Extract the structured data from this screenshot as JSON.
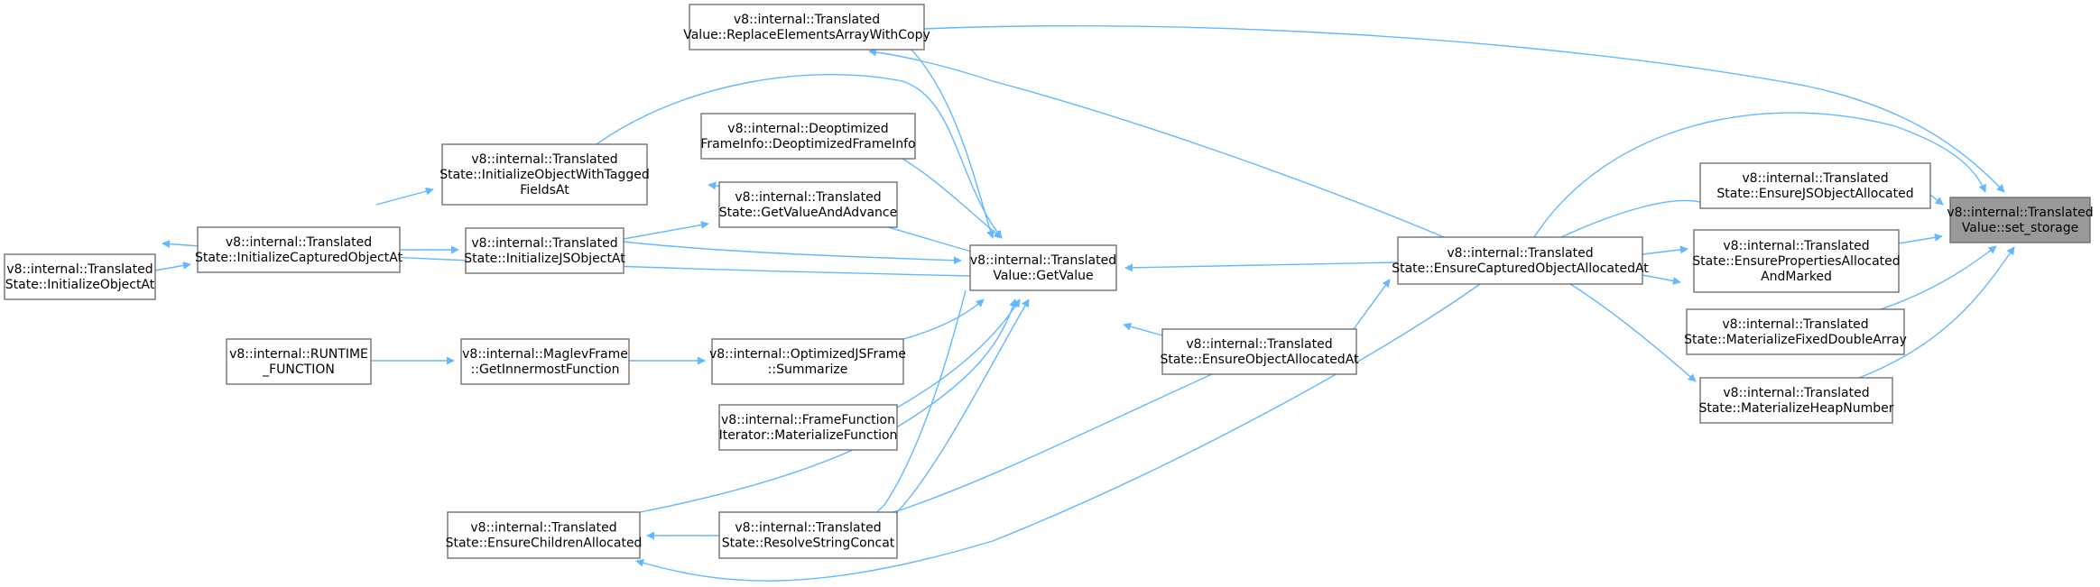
{
  "graph": {
    "colors": {
      "edge": "#63b8ff",
      "node_border": "#666666",
      "highlight_fill": "#999999",
      "background": "#ffffff"
    },
    "nodes": [
      {
        "id": "set_storage",
        "lines": [
          "v8::internal::Translated",
          "Value::set_storage"
        ],
        "highlight": true
      },
      {
        "id": "replace_elements",
        "lines": [
          "v8::internal::Translated",
          "Value::ReplaceElementsArrayWithCopy"
        ]
      },
      {
        "id": "ensure_js_object_allocated",
        "lines": [
          "v8::internal::Translated",
          "State::EnsureJSObjectAllocated"
        ]
      },
      {
        "id": "ensure_properties_allocated",
        "lines": [
          "v8::internal::Translated",
          "State::EnsurePropertiesAllocated",
          "AndMarked"
        ]
      },
      {
        "id": "materialize_fixed_double",
        "lines": [
          "v8::internal::Translated",
          "State::MaterializeFixedDoubleArray"
        ]
      },
      {
        "id": "materialize_heap_number",
        "lines": [
          "v8::internal::Translated",
          "State::MaterializeHeapNumber"
        ]
      },
      {
        "id": "ensure_captured_object",
        "lines": [
          "v8::internal::Translated",
          "State::EnsureCapturedObjectAllocatedAt"
        ]
      },
      {
        "id": "ensure_object_allocated",
        "lines": [
          "v8::internal::Translated",
          "State::EnsureObjectAllocatedAt"
        ]
      },
      {
        "id": "get_value",
        "lines": [
          "v8::internal::Translated",
          "Value::GetValue"
        ]
      },
      {
        "id": "deoptimized_frame_info",
        "lines": [
          "v8::internal::Deoptimized",
          "FrameInfo::DeoptimizedFrameInfo"
        ]
      },
      {
        "id": "get_value_and_advance",
        "lines": [
          "v8::internal::Translated",
          "State::GetValueAndAdvance"
        ]
      },
      {
        "id": "init_object_tagged",
        "lines": [
          "v8::internal::Translated",
          "State::InitializeObjectWithTagged",
          "FieldsAt"
        ]
      },
      {
        "id": "init_js_object",
        "lines": [
          "v8::internal::Translated",
          "State::InitializeJSObjectAt"
        ]
      },
      {
        "id": "init_captured_object",
        "lines": [
          "v8::internal::Translated",
          "State::InitializeCapturedObjectAt"
        ]
      },
      {
        "id": "init_object_at",
        "lines": [
          "v8::internal::Translated",
          "State::InitializeObjectAt"
        ]
      },
      {
        "id": "runtime_function",
        "lines": [
          "v8::internal::RUNTIME",
          "_FUNCTION"
        ]
      },
      {
        "id": "maglev_innermost",
        "lines": [
          "v8::internal::MaglevFrame",
          "::GetInnermostFunction"
        ]
      },
      {
        "id": "optimized_summarize",
        "lines": [
          "v8::internal::OptimizedJSFrame",
          "::Summarize"
        ]
      },
      {
        "id": "frame_function_iterator",
        "lines": [
          "v8::internal::FrameFunction",
          "Iterator::MaterializeFunction"
        ]
      },
      {
        "id": "ensure_children_allocated",
        "lines": [
          "v8::internal::Translated",
          "State::EnsureChildrenAllocated"
        ]
      },
      {
        "id": "resolve_string_concat",
        "lines": [
          "v8::internal::Translated",
          "State::ResolveStringConcat"
        ]
      }
    ]
  }
}
